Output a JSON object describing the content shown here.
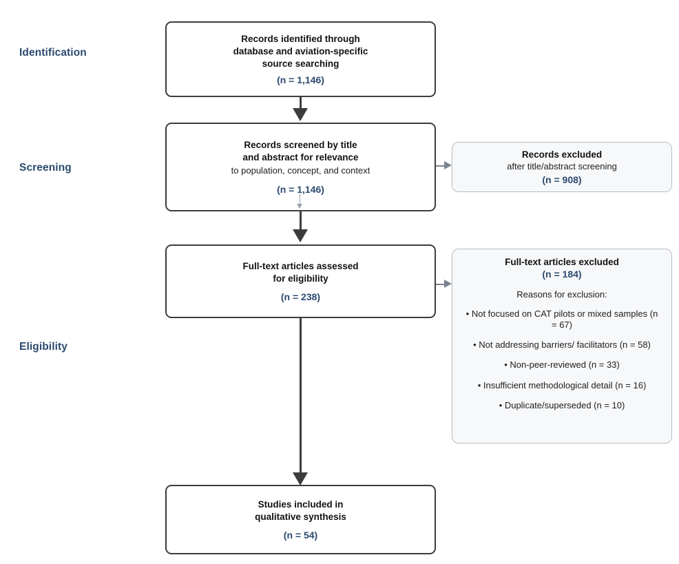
{
  "diagram": {
    "type": "prisma-flow-diagram",
    "stages": [
      {
        "id": "identification",
        "label": "Identification"
      },
      {
        "id": "screening",
        "label": "Screening"
      },
      {
        "id": "eligibility",
        "label": "Eligibility"
      }
    ],
    "boxes": {
      "identified": {
        "title": "Records identified through\ndatabase and aviation-specific\nsource searching",
        "title_lines": [
          "Records identified through",
          "database and aviation-specific",
          "source searching"
        ],
        "count": "(n = 1,146)"
      },
      "screened": {
        "title_lines": [
          "Records screened by title",
          "and abstract for relevance"
        ],
        "sub": "to population, concept, and context",
        "count": "(n = 1,146)"
      },
      "records_excluded": {
        "title": "Records excluded",
        "sub": "after title/abstract screening",
        "count": "(n = 908)"
      },
      "fulltext_assessed": {
        "title_lines": [
          "Full-text articles assessed",
          "for eligibility"
        ],
        "count": "(n = 238)"
      },
      "fulltext_excluded": {
        "title": "Full-text articles excluded",
        "count": "(n = 184)",
        "reasons_header": "Reasons for exclusion:",
        "reasons": [
          "• Not focused on CAT pilots or mixed samples (n = 67)",
          "• Not addressing barriers/ facilitators (n = 58)",
          "• Non-peer-reviewed (n = 33)",
          "• Insufficient methodological detail (n = 16)",
          "• Duplicate/superseded (n = 10)"
        ]
      },
      "included": {
        "title_lines": [
          "Studies included in",
          "qualitative synthesis"
        ],
        "count": "(n = 54)"
      }
    },
    "colors": {
      "accent_label": "#2b4a6f",
      "box_border": "#3c3c3c",
      "side_box_fill": "#f7f8fa",
      "side_box_border": "#b6bac2",
      "connector": "#7b8290"
    }
  }
}
